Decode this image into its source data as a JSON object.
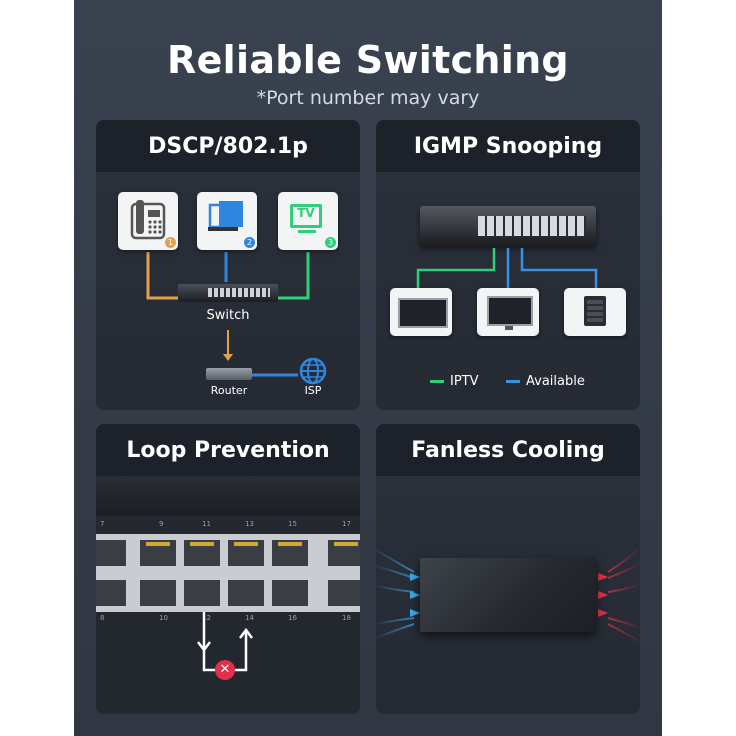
{
  "header": {
    "title": "Reliable Switching",
    "subtitle": "*Port number may vary"
  },
  "panels": {
    "dscp": {
      "title": "DSCP/802.1p",
      "switch_label": "Switch",
      "router_label": "Router",
      "isp_label": "ISP",
      "tv_label": "TV",
      "badges": [
        "1",
        "2",
        "3"
      ]
    },
    "igmp": {
      "title": "IGMP Snooping",
      "legend": [
        {
          "label": "IPTV",
          "color": "#2fcf7a"
        },
        {
          "label": "Available",
          "color": "#3b8fe6"
        }
      ]
    },
    "loop": {
      "title": "Loop Prevention",
      "port_numbers_top": [
        "7",
        "9",
        "11",
        "13",
        "15",
        "17"
      ],
      "port_numbers_bottom": [
        "8",
        "10",
        "12",
        "14",
        "16",
        "18"
      ]
    },
    "fanless": {
      "title": "Fanless Cooling"
    }
  },
  "colors": {
    "phone": "#e2a148",
    "monitor": "#2f86e0",
    "tv": "#2fcf7a",
    "cool_air": "#3aa8e8",
    "hot_air": "#e0314a"
  }
}
